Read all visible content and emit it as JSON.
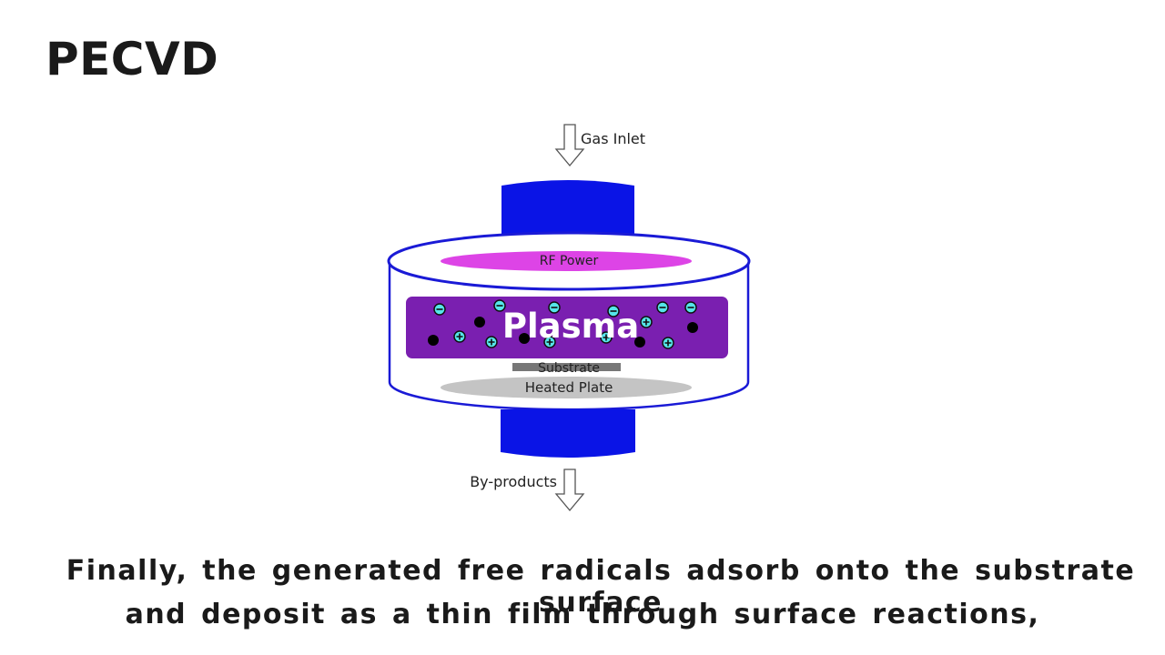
{
  "slide": {
    "title": "PECVD",
    "caption_line1": "Finally, the generated free radicals adsorb onto the substrate surface",
    "caption_line2": "and deposit as a thin film through surface reactions,"
  },
  "diagram": {
    "labels": {
      "gas_inlet": "Gas Inlet",
      "rf_power": "RF Power",
      "plasma": "Plasma",
      "substrate": "Substrate",
      "heated_plate": "Heated Plate",
      "by_products": "By-products"
    },
    "particles": {
      "negative_ion_symbol": "−",
      "positive_ion_symbol": "+"
    },
    "colors": {
      "pipe": "#0a14e6",
      "chamber_outline": "#1a1ad6",
      "rf_electrode": "#dd44e6",
      "plasma": "#7a1fb0",
      "ion_fill": "#55e6ea",
      "radical": "#000000",
      "substrate": "#777777",
      "heated_plate": "#c4c4c4"
    }
  }
}
